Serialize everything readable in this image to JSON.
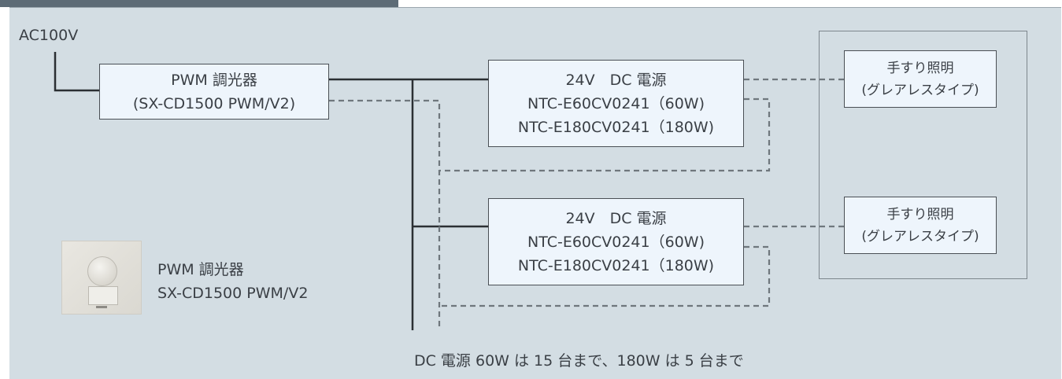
{
  "diagram": {
    "power_input": "AC100V",
    "dimmer": {
      "line1": "PWM 調光器",
      "line2": "(SX-CD1500 PWM/V2)"
    },
    "power_supplies": [
      {
        "line1": "24V　DC 電源",
        "line2": "NTC-E60CV0241（60W)",
        "line3": "NTC-E180CV0241（180W)"
      },
      {
        "line1": "24V　DC 電源",
        "line2": "NTC-E60CV0241（60W)",
        "line3": "NTC-E180CV0241（180W)"
      }
    ],
    "lamps": [
      {
        "line1": "手すり照明",
        "line2": "(グレアレスタイプ)"
      },
      {
        "line1": "手すり照明",
        "line2": "(グレアレスタイプ)"
      }
    ],
    "photo_caption": {
      "line1": "PWM 調光器",
      "line2": "SX-CD1500 PWM/V2"
    },
    "footnote": "DC 電源 60W は 15 台まで、180W は 5 台まで"
  }
}
